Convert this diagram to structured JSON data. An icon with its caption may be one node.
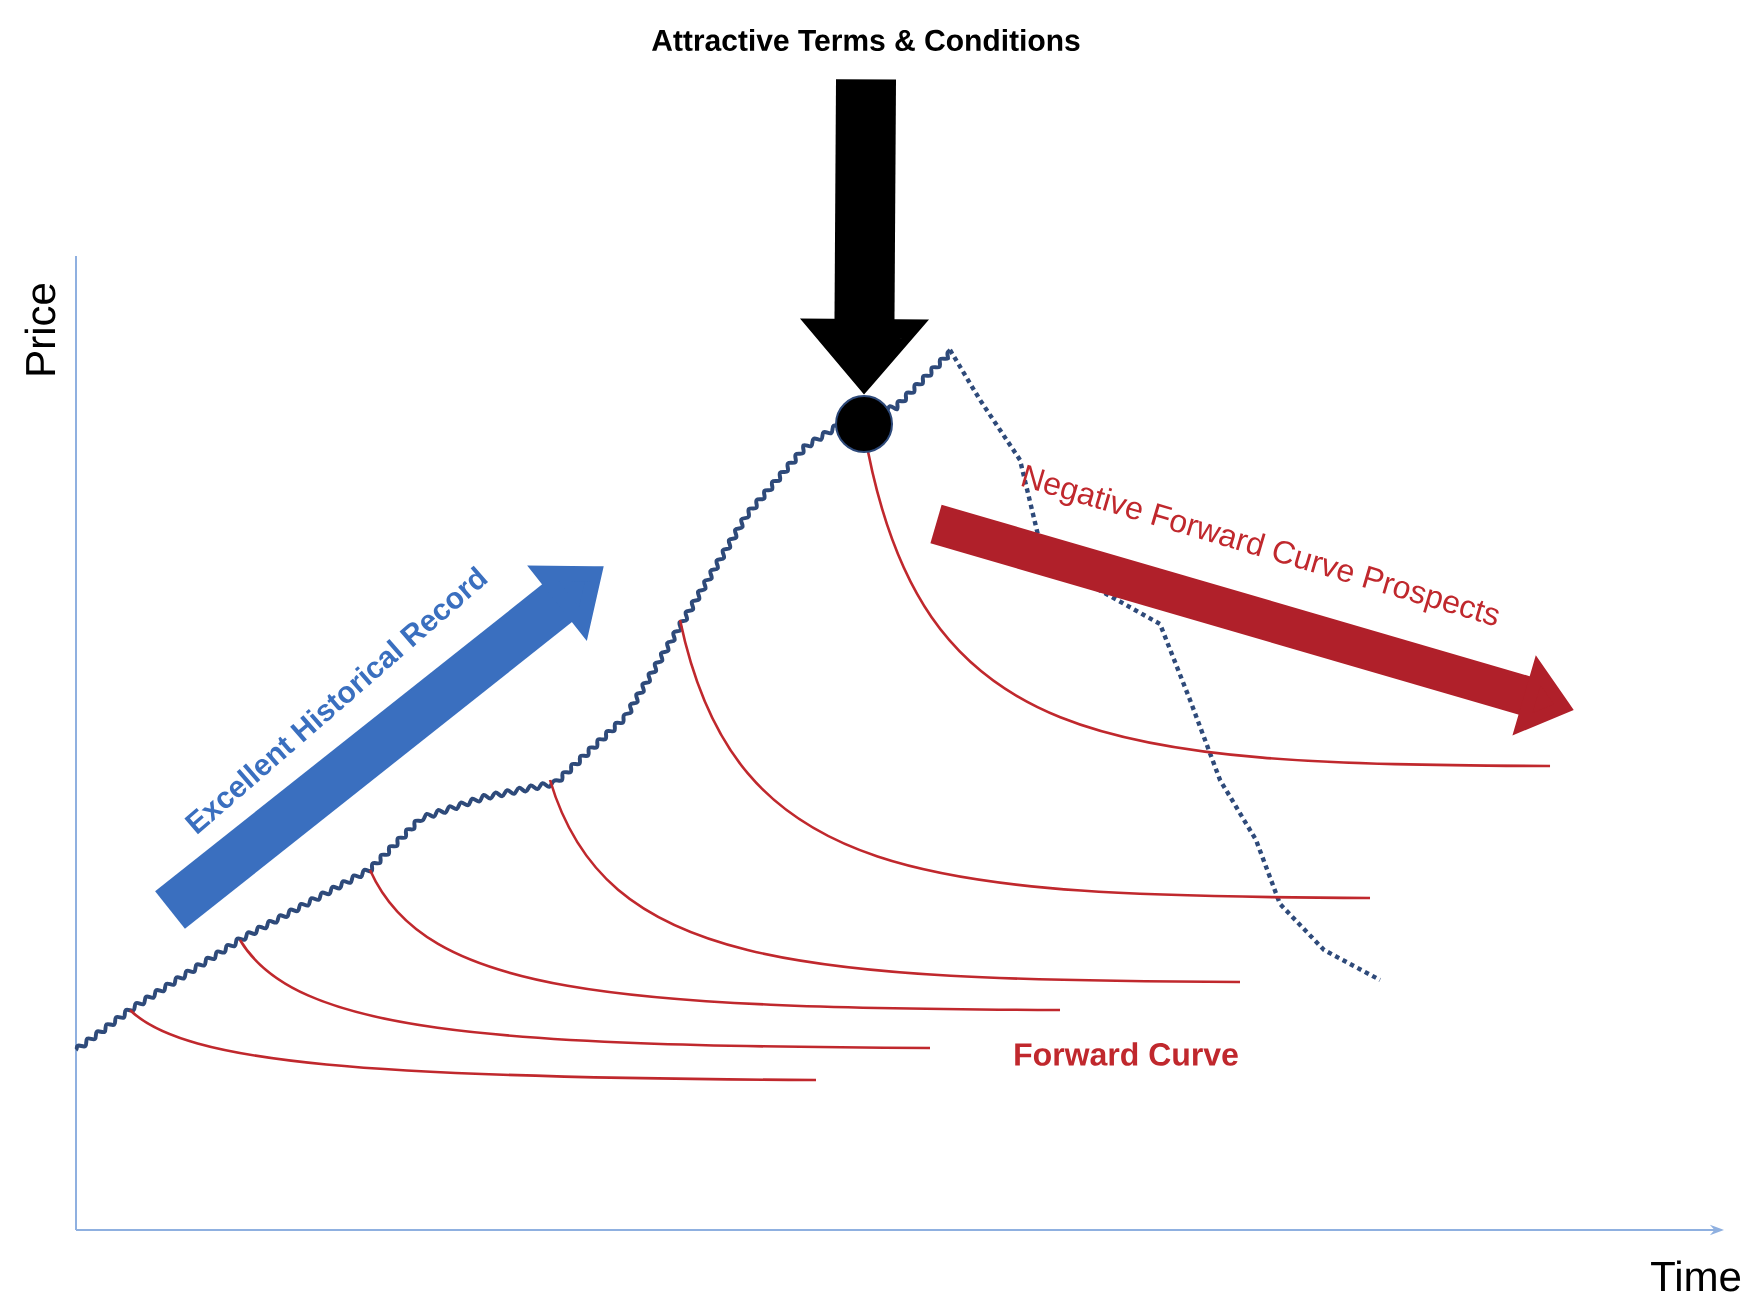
{
  "diagram": {
    "nodes": [
      {
        "text": [
          "Attractive Terms & Conditions"
        ]
      },
      {
        "text": [],
        "shape": "circle"
      }
    ],
    "edges": [
      {
        "from": 0,
        "to": 1,
        "arrow": "to"
      }
    ],
    "labels": [
      "Price",
      "Time",
      "Excellent Historical Record",
      "Negative Forward Curve Prospects",
      "Forward Curve"
    ]
  }
}
